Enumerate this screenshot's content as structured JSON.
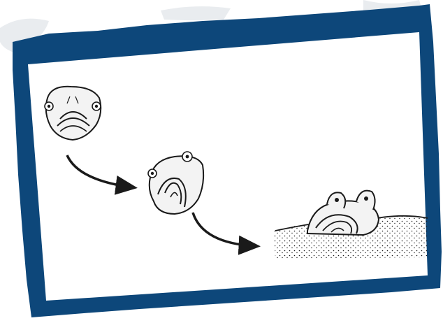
{
  "colors": {
    "frame": "#0d477a",
    "paper": "#ffffff",
    "ink": "#1a1a1a",
    "background_smudge": "#e9ecef"
  },
  "diagram": {
    "stages": [
      {
        "name": "head-front-view",
        "icon": "frog-head-icon"
      },
      {
        "name": "head-rotated",
        "icon": "frog-head-icon"
      },
      {
        "name": "head-emerging-from-sand",
        "icon": "frog-head-icon"
      }
    ],
    "transitions": [
      {
        "from": 0,
        "to": 1,
        "icon": "curved-arrow-icon"
      },
      {
        "from": 1,
        "to": 2,
        "icon": "curved-arrow-icon"
      }
    ]
  }
}
